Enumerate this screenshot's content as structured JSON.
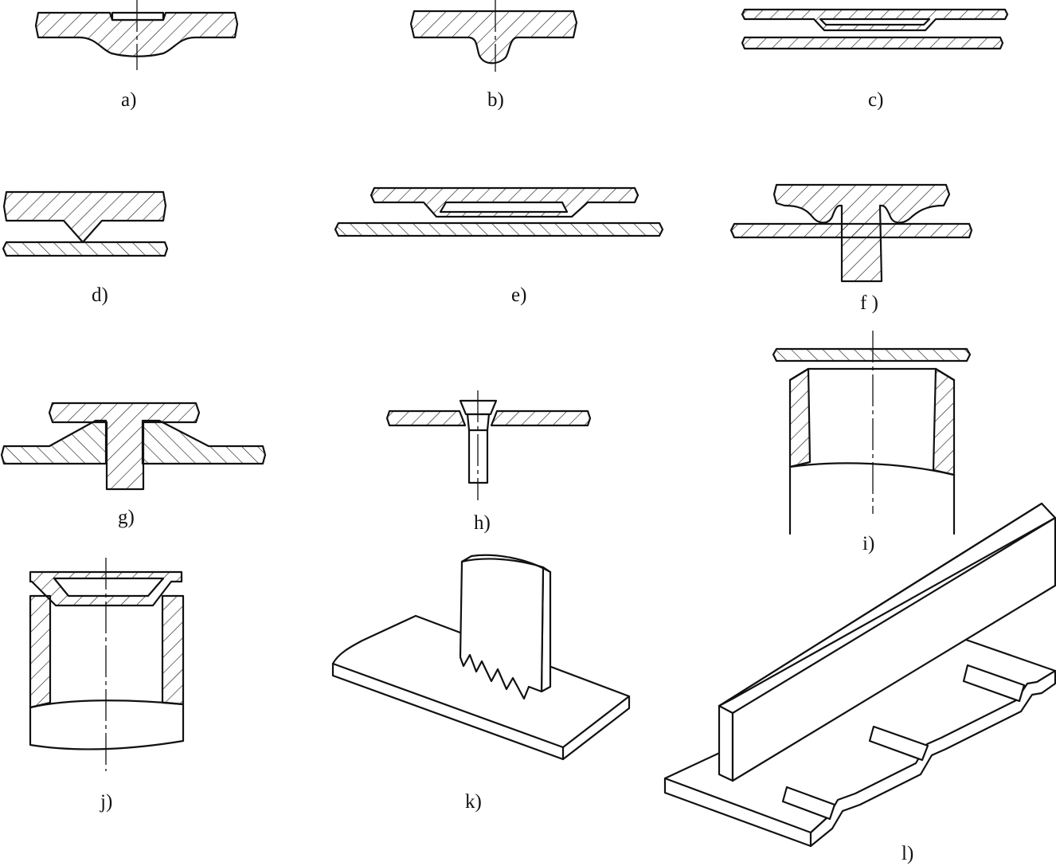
{
  "figure": {
    "labels": {
      "a": "a)",
      "b": "b)",
      "c": "c)",
      "d": "d)",
      "e": "e)",
      "f": "f )",
      "g": "g)",
      "h": "h)",
      "i": "i)",
      "j": "j)",
      "k": "k)",
      "l": "l)"
    }
  }
}
